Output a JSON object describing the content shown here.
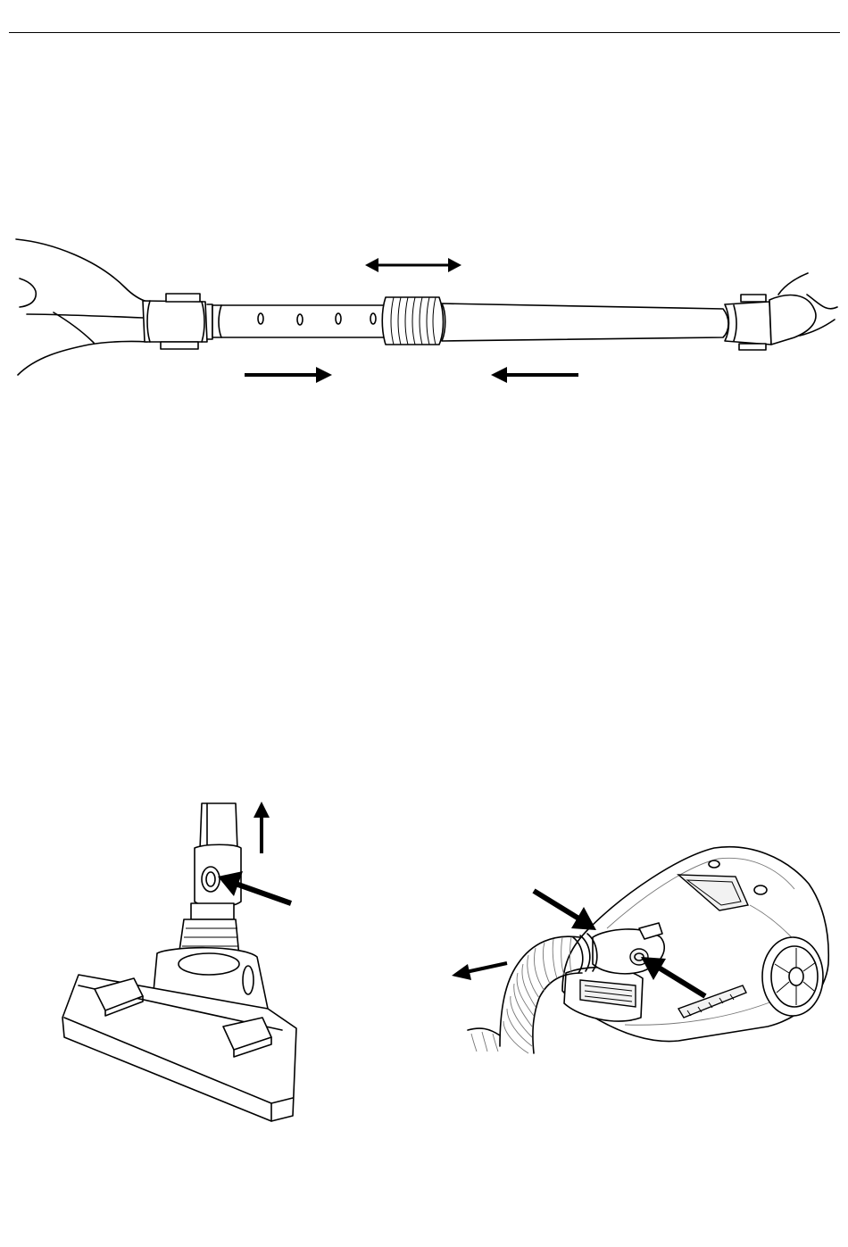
{
  "document": {
    "header_rule": true
  },
  "figures": [
    {
      "id": "telescopic-tube-adjustment",
      "icons": [
        "double-arrow-icon",
        "arrow-right-icon",
        "arrow-left-icon"
      ]
    },
    {
      "id": "floor-brush-release",
      "icons": [
        "arrow-up-icon",
        "arrow-press-icon"
      ]
    },
    {
      "id": "hose-removal",
      "icons": [
        "arrow-press-icon",
        "arrow-press-icon",
        "arrow-pull-icon"
      ]
    }
  ],
  "colors": {
    "ink": "#000000",
    "paper": "#ffffff",
    "shade": "#f2f2f2"
  }
}
